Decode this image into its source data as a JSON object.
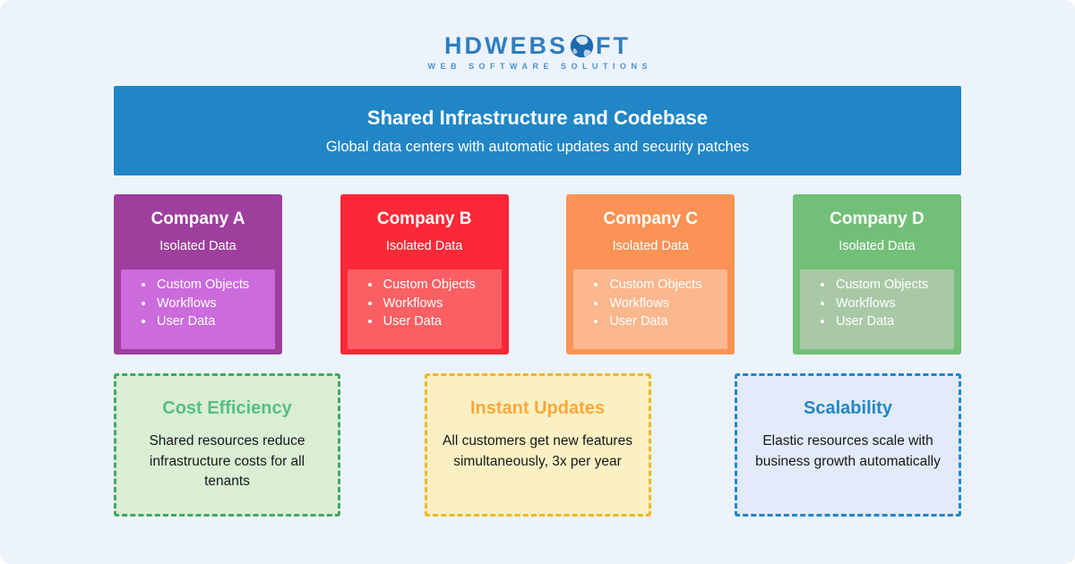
{
  "colors": {
    "page_background": "#ECF3FC",
    "banner_background": "#2186C6",
    "banner_text": "#FFFFFF"
  },
  "logo": {
    "text_before": "HDWEBS",
    "text_after": "FT",
    "tagline": "WEB SOFTWARE SOLUTIONS",
    "brand_color": "#2E7EC1",
    "tagline_color": "#4C92CC"
  },
  "banner": {
    "title": "Shared Infrastructure and Codebase",
    "subtitle": "Global data centers with automatic updates and security patches"
  },
  "companies": [
    {
      "name": "Company A",
      "sublabel": "Isolated Data",
      "items": [
        "Custom Objects",
        "Workflows",
        "User Data"
      ],
      "color": "#9E3F9D",
      "inner_color": "#CB6BDC"
    },
    {
      "name": "Company B",
      "sublabel": "Isolated Data",
      "items": [
        "Custom Objects",
        "Workflows",
        "User Data"
      ],
      "color": "#FB2937",
      "inner_color": "#FA6063"
    },
    {
      "name": "Company C",
      "sublabel": "Isolated Data",
      "items": [
        "Custom Objects",
        "Workflows",
        "User Data"
      ],
      "color": "#FA9355",
      "inner_color": "#FBB78E"
    },
    {
      "name": "Company D",
      "sublabel": "Isolated Data",
      "items": [
        "Custom Objects",
        "Workflows",
        "User Data"
      ],
      "color": "#72C077",
      "inner_color": "#A9C9A6"
    }
  ],
  "benefits": [
    {
      "title": "Cost Efficiency",
      "description": "Shared resources reduce infrastructure costs for all tenants",
      "title_color": "#57BD8A",
      "border_color": "#3FAA61",
      "background": "#D9EED3"
    },
    {
      "title": "Instant Updates",
      "description": "All customers get new features simultaneously, 3x per year",
      "title_color": "#F9A83C",
      "border_color": "#F0B824",
      "background": "#FBF0C3"
    },
    {
      "title": "Scalability",
      "description": "Elastic resources scale with business growth automatically",
      "title_color": "#2187C8",
      "border_color": "#1E87C9",
      "background": "#E3EAF9"
    }
  ]
}
